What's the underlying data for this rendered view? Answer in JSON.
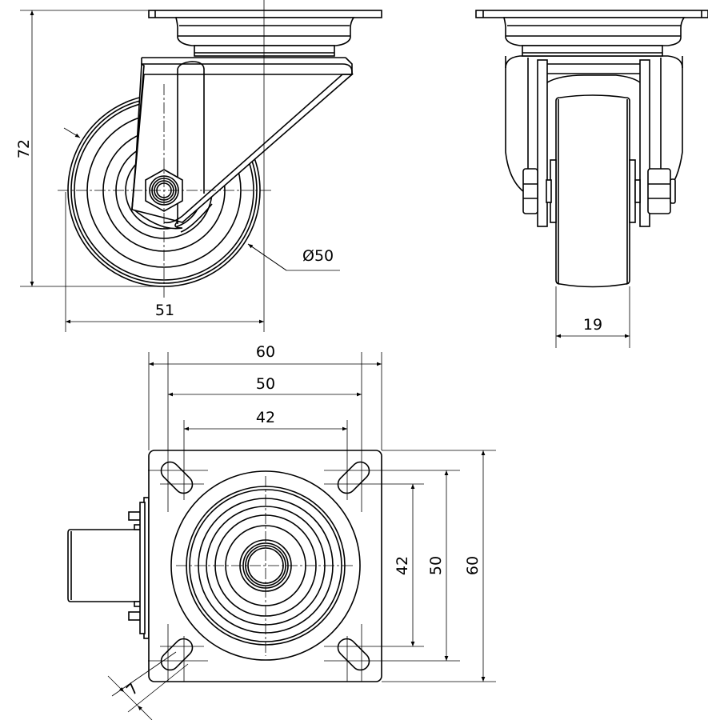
{
  "title": "Swivel castor technical drawing",
  "front_view": {
    "height_label": "72",
    "width_label": "51",
    "diameter_label": "Ø50"
  },
  "side_view": {
    "wheel_width_label": "19"
  },
  "top_view": {
    "plate_width_label": "60",
    "hole_spacing_outer_label": "50",
    "hole_spacing_inner_label": "42",
    "plate_height_label": "60",
    "hole_spacing_outer_v_label": "50",
    "hole_spacing_inner_v_label": "42",
    "slot_width_label": "7"
  },
  "colors": {
    "line": "#000000",
    "background": "#ffffff"
  }
}
